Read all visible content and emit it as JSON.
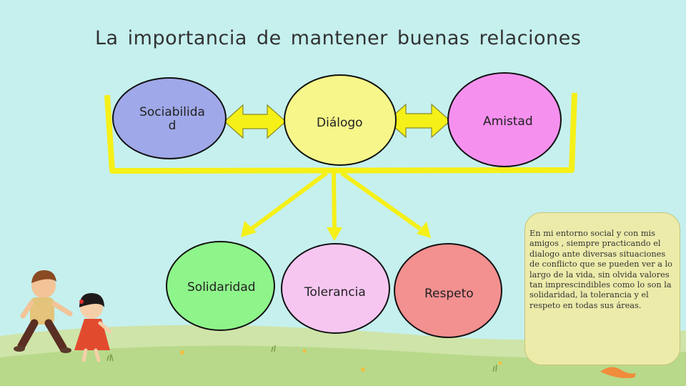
{
  "title": "La importancia de mantener buenas relaciones",
  "nodes": {
    "sociabilidad": "Sociabilida d",
    "dialogo": "Diálogo",
    "amistad": "Amistad",
    "solidaridad": "Solidaridad",
    "tolerancia": "Tolerancia",
    "respeto": "Respeto"
  },
  "note": "En mi entorno social y con mis amigos , siempre practicando el dialogo ante diversas situaciones de conflicto que se pueden ver a lo largo de la vida, sin olvida valores tan imprescindibles como lo son la solidaridad, la tolerancia y el respeto en todas sus áreas.",
  "colors": {
    "sky": "#c5f0ee",
    "grass": "#b8d98a",
    "connector": "#f5f018",
    "sociabilidad": "#9fa8e8",
    "dialogo": "#f6f68a",
    "amistad": "#f590ee",
    "solidaridad": "#8ef58a",
    "tolerancia": "#f6c6f1",
    "respeto": "#f39090",
    "note_bg": "#ecebaa"
  }
}
